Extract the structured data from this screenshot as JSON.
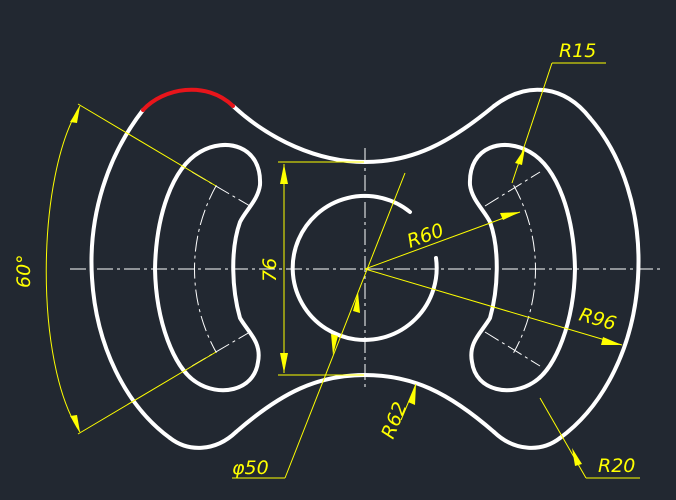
{
  "colors": {
    "background": "#222831",
    "outline": "#ffffff",
    "highlight": "#e8151b",
    "dimension": "#ffff00",
    "centerline": "#ffffff"
  },
  "dimensions": {
    "angle": "60°",
    "height": "76",
    "small_radius": "R15",
    "middle_radius": "R60",
    "outer_radius": "R96",
    "neck_radius": "R62",
    "corner_radius": "R20",
    "hole_diameter": "φ50"
  }
}
